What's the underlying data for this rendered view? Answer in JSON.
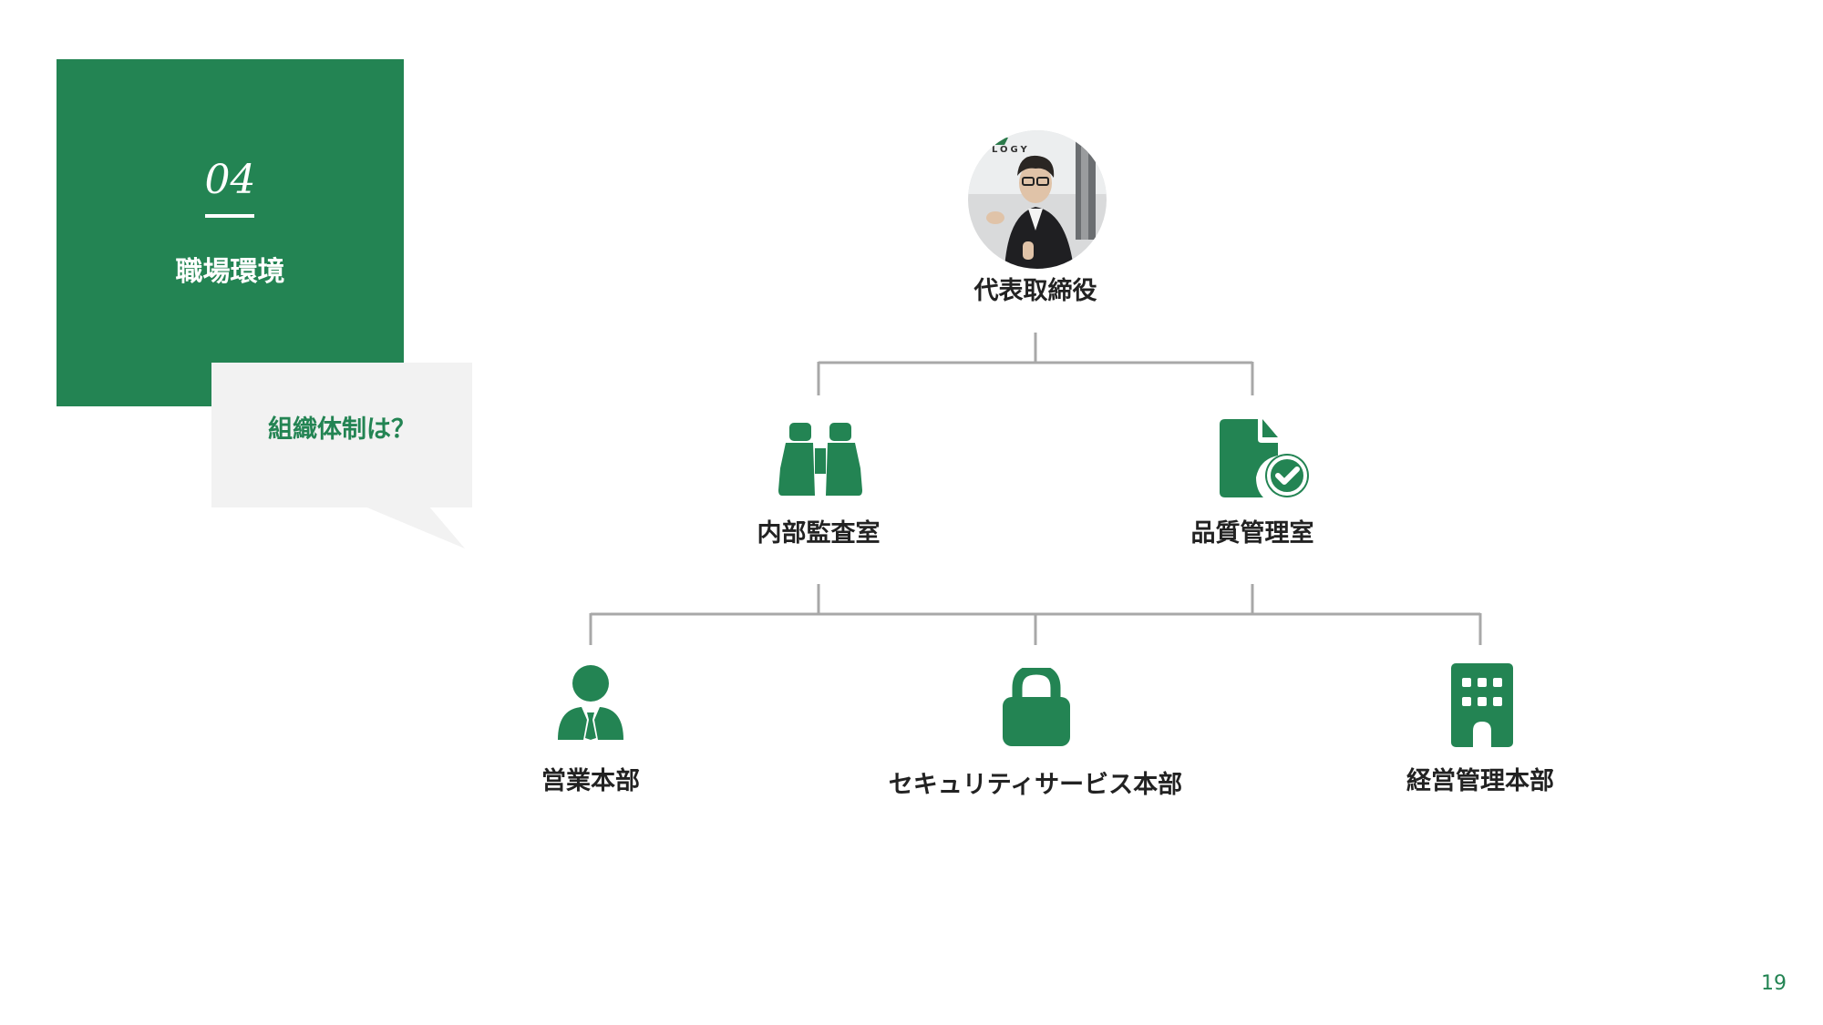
{
  "section": {
    "number": "04",
    "title": "職場環境"
  },
  "bubble": {
    "text": "組織体制は？"
  },
  "org": {
    "ceo": {
      "label": "代表取締役",
      "avatar_text": "LOGY"
    },
    "level1": [
      {
        "label": "内部監査室",
        "icon": "binoculars-icon"
      },
      {
        "label": "品質管理室",
        "icon": "file-check-icon"
      }
    ],
    "level2": [
      {
        "label": "営業本部",
        "icon": "businessman-icon"
      },
      {
        "label": "セキュリティサービス本部",
        "icon": "lock-icon"
      },
      {
        "label": "経営管理本部",
        "icon": "office-building-icon"
      }
    ]
  },
  "page": {
    "number": "19"
  },
  "colors": {
    "brand_green": "#238453",
    "connector_gray": "#a8a8a8",
    "bubble_bg": "#f2f2f2"
  }
}
